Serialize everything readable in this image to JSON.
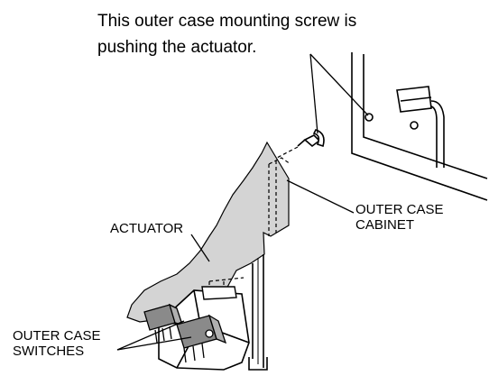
{
  "caption": {
    "line1": "This outer case mounting screw is",
    "line2": "pushing the actuator."
  },
  "labels": {
    "actuator": "ACTUATOR",
    "outer_case_line1": "OUTER CASE",
    "outer_case_line2": "CABINET",
    "switches_line1": "OUTER CASE",
    "switches_line2": "SWITCHES"
  },
  "colors": {
    "line": "#000000",
    "shade": "#d4d4d4",
    "switch_fill": "#8a8a8a",
    "background": "#ffffff"
  }
}
